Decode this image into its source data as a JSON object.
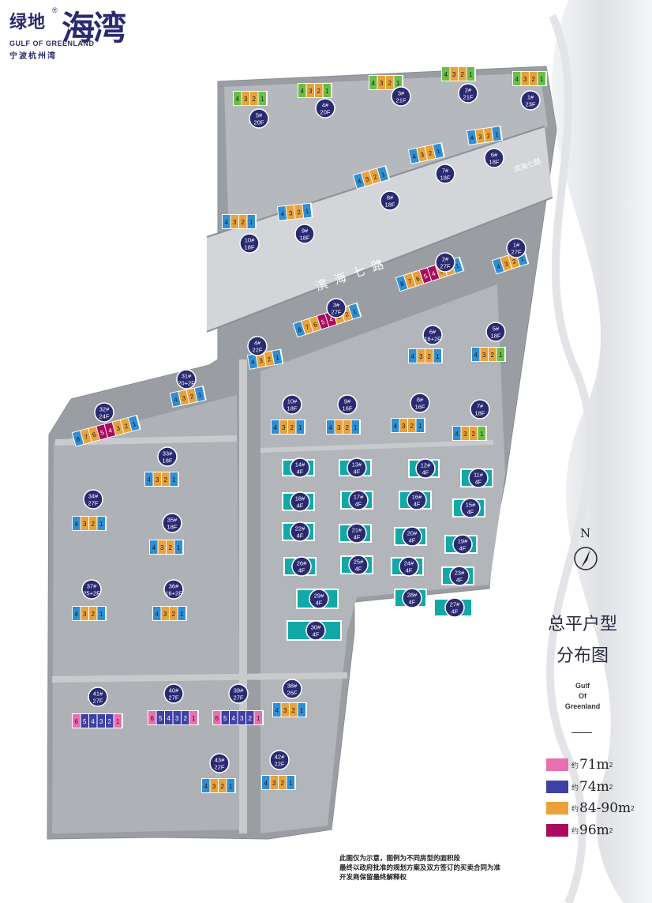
{
  "brand": {
    "logo_cn": "绿地",
    "logo_big": "海湾",
    "registered": "®",
    "logo_en": "GULF OF GREENLAND",
    "location": "宁波杭州湾"
  },
  "colors": {
    "pink": "#e86fb0",
    "purple": "#3f40a8",
    "orange": "#e9a23b",
    "crimson": "#ab0a5e",
    "blue": "#2f8fd3",
    "green": "#6cbf45",
    "teal": "#12a8a8",
    "badge": "#2a2a72"
  },
  "roads": {
    "north": "滨海七路",
    "north_small": "滨海七路"
  },
  "legend": {
    "title_line1": "总平户型",
    "title_line2": "分布图",
    "subtitle": [
      "Gulf",
      "Of",
      "Greenland"
    ],
    "items": [
      {
        "prefix": "约",
        "label": "71m",
        "unit": "2",
        "color": "pink"
      },
      {
        "prefix": "约",
        "label": "74m",
        "unit": "2",
        "color": "purple"
      },
      {
        "prefix": "约",
        "label": "84-90m",
        "unit": "2",
        "color": "orange"
      },
      {
        "prefix": "约",
        "label": "96m",
        "unit": "2",
        "color": "crimson"
      }
    ]
  },
  "compass": {
    "label": "N"
  },
  "disclaimer": [
    "此图仅为示意，图例为不同房型的面积段",
    "最终以政府批准的规划方案及双方签订的买卖合同为准",
    "开发商保留最终解释权"
  ],
  "buildings": [
    {
      "badge": [
        "5#",
        "20F"
      ],
      "units": [
        "4",
        "3",
        "2",
        "1"
      ],
      "colors": [
        "green",
        "orange",
        "orange",
        "green"
      ]
    },
    {
      "badge": [
        "4#",
        "20F"
      ],
      "units": [
        "4",
        "3",
        "2",
        "1"
      ],
      "colors": [
        "green",
        "orange",
        "orange",
        "green"
      ]
    },
    {
      "badge": [
        "3#",
        "21F"
      ],
      "units": [
        "4",
        "3",
        "2",
        "1"
      ],
      "colors": [
        "green",
        "orange",
        "orange",
        "green"
      ]
    },
    {
      "badge": [
        "2#",
        "21F"
      ],
      "units": [
        "4",
        "3",
        "2",
        "1"
      ],
      "colors": [
        "green",
        "orange",
        "orange",
        "green"
      ]
    },
    {
      "badge": [
        "1#",
        "23F"
      ],
      "units": [
        "4",
        "3",
        "2",
        "1"
      ],
      "colors": [
        "green",
        "orange",
        "orange",
        "green"
      ]
    },
    {
      "badge": [
        "6#",
        "18F"
      ],
      "units": [
        "4",
        "3",
        "2",
        "1"
      ],
      "colors": [
        "blue",
        "orange",
        "orange",
        "blue"
      ]
    },
    {
      "badge": [
        "7#",
        "18F"
      ],
      "units": [
        "4",
        "3",
        "2",
        "1"
      ],
      "colors": [
        "blue",
        "orange",
        "orange",
        "blue"
      ]
    },
    {
      "badge": [
        "8#",
        "18F"
      ],
      "units": [
        "4",
        "3",
        "2",
        "1"
      ],
      "colors": [
        "blue",
        "orange",
        "orange",
        "blue"
      ]
    },
    {
      "badge": [
        "9#",
        "18F"
      ],
      "units": [
        "4",
        "3",
        "2",
        "1"
      ],
      "colors": [
        "blue",
        "orange",
        "orange",
        "blue"
      ]
    },
    {
      "badge": [
        "10#",
        "18F"
      ],
      "units": [
        "4",
        "3",
        "2",
        "1"
      ],
      "colors": [
        "blue",
        "orange",
        "orange",
        "blue"
      ]
    },
    {
      "badge": [
        "1#",
        "27F"
      ],
      "units": [
        "4",
        "3",
        "2",
        "1"
      ],
      "colors": [
        "blue",
        "orange",
        "orange",
        "blue"
      ]
    },
    {
      "badge": [
        "2#",
        "27F"
      ],
      "units": [
        "8",
        "7",
        "6",
        "5",
        "4",
        "3",
        "2",
        "1"
      ],
      "colors": [
        "blue",
        "orange",
        "orange",
        "crimson",
        "crimson",
        "orange",
        "orange",
        "blue"
      ]
    },
    {
      "badge": [
        "3#",
        "27F"
      ],
      "units": [
        "8",
        "7",
        "6",
        "5",
        "4",
        "3",
        "2",
        "1"
      ],
      "colors": [
        "blue",
        "orange",
        "orange",
        "crimson",
        "crimson",
        "orange",
        "orange",
        "blue"
      ]
    },
    {
      "badge": [
        "4#",
        "22F"
      ],
      "units": [
        "4",
        "3",
        "2",
        "1"
      ],
      "colors": [
        "blue",
        "orange",
        "orange",
        "blue"
      ]
    },
    {
      "badge": [
        "6#",
        "16+2F"
      ],
      "units": [
        "4",
        "3",
        "2",
        "1"
      ],
      "colors": [
        "blue",
        "orange",
        "orange",
        "blue"
      ]
    },
    {
      "badge": [
        "5#",
        "18F"
      ],
      "units": [
        "4",
        "3",
        "2",
        "1"
      ],
      "colors": [
        "blue",
        "orange",
        "orange",
        "green"
      ]
    },
    {
      "badge": [
        "10#",
        "18F"
      ],
      "units": [
        "4",
        "3",
        "2",
        "1"
      ],
      "colors": [
        "blue",
        "orange",
        "orange",
        "blue"
      ]
    },
    {
      "badge": [
        "9#",
        "16F"
      ],
      "units": [
        "4",
        "3",
        "2",
        "1"
      ],
      "colors": [
        "blue",
        "orange",
        "orange",
        "blue"
      ]
    },
    {
      "badge": [
        "8#",
        "16F"
      ],
      "units": [
        "4",
        "3",
        "2",
        "1"
      ],
      "colors": [
        "blue",
        "orange",
        "orange",
        "blue"
      ]
    },
    {
      "badge": [
        "7#",
        "18F"
      ],
      "units": [
        "4",
        "3",
        "2",
        "1"
      ],
      "colors": [
        "blue",
        "orange",
        "orange",
        "green"
      ]
    },
    {
      "badge": [
        "31#",
        "20+2F"
      ],
      "units": [
        "4",
        "3",
        "2",
        "1"
      ],
      "colors": [
        "blue",
        "orange",
        "orange",
        "blue"
      ]
    },
    {
      "badge": [
        "32#",
        "24F"
      ],
      "units": [
        "8",
        "7",
        "6",
        "5",
        "4",
        "3",
        "2",
        "1"
      ],
      "colors": [
        "blue",
        "orange",
        "orange",
        "crimson",
        "crimson",
        "orange",
        "orange",
        "blue"
      ]
    },
    {
      "badge": [
        "33#",
        "18F"
      ],
      "units": [
        "4",
        "3",
        "2",
        "1"
      ],
      "colors": [
        "blue",
        "orange",
        "orange",
        "blue"
      ]
    },
    {
      "badge": [
        "34#",
        "27F"
      ],
      "units": [
        "4",
        "3",
        "2",
        "1"
      ],
      "colors": [
        "blue",
        "orange",
        "orange",
        "blue"
      ]
    },
    {
      "badge": [
        "35#",
        "18F"
      ],
      "units": [
        "4",
        "3",
        "2",
        "1"
      ],
      "colors": [
        "blue",
        "orange",
        "orange",
        "blue"
      ]
    },
    {
      "badge": [
        "37#",
        "25+2F"
      ],
      "units": [
        "4",
        "3",
        "2",
        "1"
      ],
      "colors": [
        "blue",
        "orange",
        "orange",
        "blue"
      ]
    },
    {
      "badge": [
        "36#",
        "16+2F"
      ],
      "units": [
        "4",
        "3",
        "2",
        "1"
      ],
      "colors": [
        "blue",
        "orange",
        "orange",
        "blue"
      ]
    },
    {
      "badge": [
        "38#",
        "26F"
      ],
      "units": [
        "4",
        "3",
        "2",
        "1"
      ],
      "colors": [
        "blue",
        "orange",
        "orange",
        "blue"
      ]
    },
    {
      "badge": [
        "41#",
        "27F"
      ],
      "units": [
        "6",
        "5",
        "4",
        "3",
        "2",
        "1"
      ],
      "colors": [
        "pink",
        "purple",
        "purple",
        "purple",
        "purple",
        "pink"
      ]
    },
    {
      "badge": [
        "40#",
        "27F"
      ],
      "units": [
        "6",
        "5",
        "4",
        "3",
        "2",
        "1"
      ],
      "colors": [
        "pink",
        "purple",
        "purple",
        "purple",
        "purple",
        "pink"
      ]
    },
    {
      "badge": [
        "39#",
        "27F"
      ],
      "units": [
        "6",
        "5",
        "4",
        "3",
        "2",
        "1"
      ],
      "colors": [
        "pink",
        "purple",
        "purple",
        "purple",
        "purple",
        "pink"
      ]
    },
    {
      "badge": [
        "43#",
        "22F"
      ],
      "units": [
        "4",
        "3",
        "2",
        "1"
      ],
      "colors": [
        "blue",
        "orange",
        "orange",
        "blue"
      ]
    },
    {
      "badge": [
        "42#",
        "22F"
      ],
      "units": [
        "4",
        "3",
        "2",
        "1"
      ],
      "colors": [
        "blue",
        "orange",
        "orange",
        "blue"
      ]
    }
  ],
  "villas": [
    [
      "14#",
      "4F"
    ],
    [
      "13#",
      "4F"
    ],
    [
      "12#",
      "4F"
    ],
    [
      "11#",
      "4F"
    ],
    [
      "18#",
      "4F"
    ],
    [
      "17#",
      "4F"
    ],
    [
      "16#",
      "4F"
    ],
    [
      "15#",
      "4F"
    ],
    [
      "22#",
      "4F"
    ],
    [
      "21#",
      "4F"
    ],
    [
      "20#",
      "4F"
    ],
    [
      "19#",
      "4F"
    ],
    [
      "26#",
      "4F"
    ],
    [
      "25#",
      "4F"
    ],
    [
      "24#",
      "4F"
    ],
    [
      "23#",
      "4F"
    ],
    [
      "29#",
      "4F"
    ],
    [
      "28#",
      "4F"
    ],
    [
      "27#",
      "4F"
    ],
    [
      "30#",
      "4F"
    ]
  ]
}
